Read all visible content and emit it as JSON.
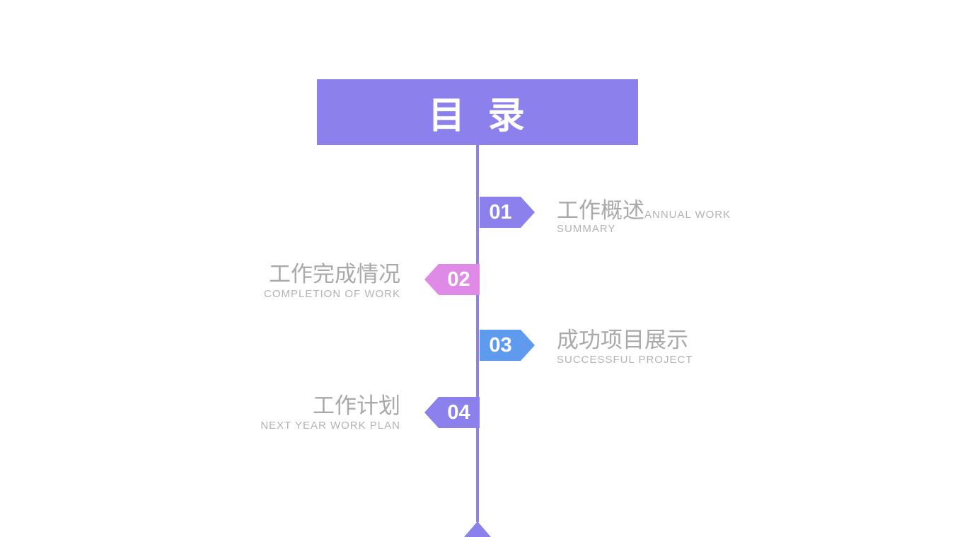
{
  "slide": {
    "background_color": "#ffffff",
    "title": "目 录",
    "banner_color": "#8B80EC",
    "timeline_color": "#8B80EC",
    "text_colors": {
      "item_title": "#A9A9A9",
      "item_subtitle": "#B3B3B3",
      "banner_title": "#FFFFFF",
      "number": "#FFFFFF"
    },
    "items": [
      {
        "number": "01",
        "title": "工作概述",
        "subtitle": "ANNUAL WORK SUMMARY",
        "side": "right",
        "color": "#8B80EC"
      },
      {
        "number": "02",
        "title": "工作完成情况",
        "subtitle": "COMPLETION OF WORK",
        "side": "left",
        "color": "#E08AE8"
      },
      {
        "number": "03",
        "title": "成功项目展示",
        "subtitle": "SUCCESSFUL PROJECT",
        "side": "right",
        "color": "#5E9BEF"
      },
      {
        "number": "04",
        "title": "工作计划",
        "subtitle": "NEXT YEAR WORK PLAN",
        "side": "left",
        "color": "#8B80EC"
      }
    ]
  }
}
